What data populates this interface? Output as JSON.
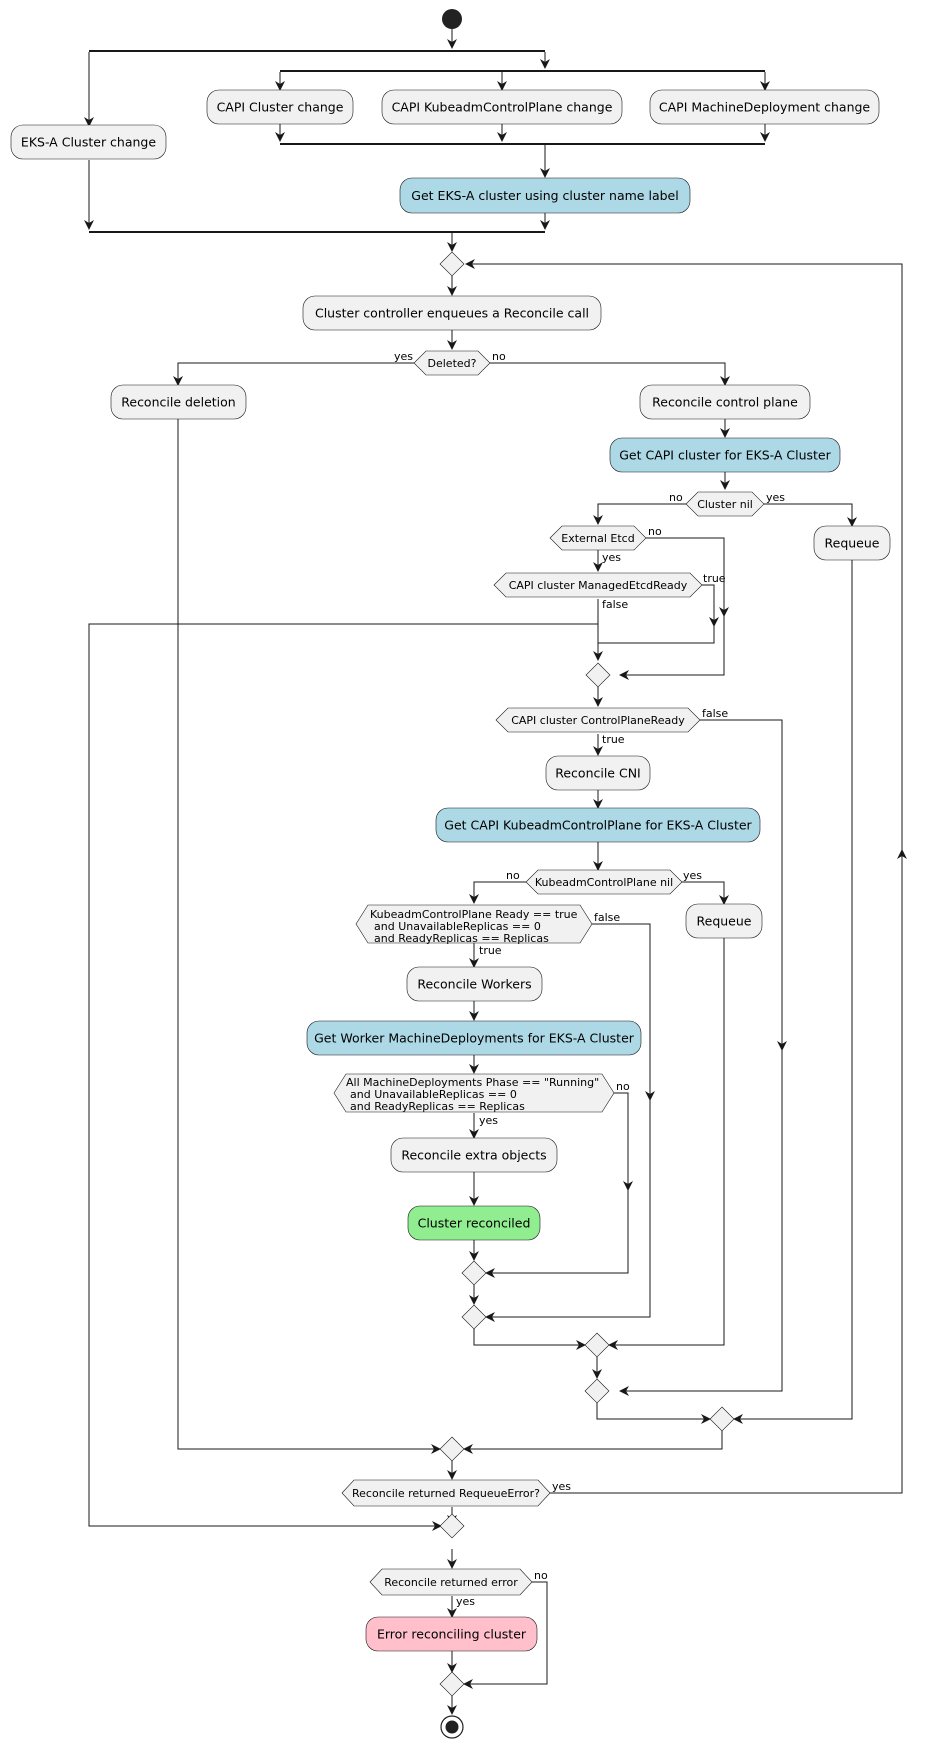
{
  "activities": {
    "eksa_change": "EKS-A Cluster change",
    "capi_cluster_change": "CAPI Cluster change",
    "capi_kcp_change": "CAPI KubeadmControlPlane change",
    "capi_md_change": "CAPI MachineDeployment change",
    "get_eksa_by_label": "Get EKS-A cluster using cluster name label",
    "enqueue": "Cluster controller enqueues a Reconcile call",
    "reconcile_deletion": "Reconcile deletion",
    "reconcile_cp": "Reconcile control plane",
    "get_capi_cluster": "Get CAPI cluster for EKS-A Cluster",
    "requeue_1": "Requeue",
    "reconcile_cni": "Reconcile CNI",
    "get_kcp": "Get CAPI KubeadmControlPlane for EKS-A Cluster",
    "requeue_2": "Requeue",
    "reconcile_workers": "Reconcile Workers",
    "get_mds": "Get Worker MachineDeployments for EKS-A Cluster",
    "reconcile_extra": "Reconcile extra objects",
    "cluster_reconciled": "Cluster reconciled",
    "error_reconciling": "Error reconciling cluster"
  },
  "decisions": {
    "deleted": "Deleted?",
    "cluster_nil": "Cluster nil",
    "external_etcd": "External Etcd",
    "managed_etcd_ready": "CAPI cluster ManagedEtcdReady",
    "cp_ready": "CAPI cluster ControlPlaneReady",
    "kcp_nil": "KubeadmControlPlane nil",
    "kcp_ready_l1": "KubeadmControlPlane Ready == true",
    "kcp_ready_l2": "and UnavailableReplicas == 0",
    "kcp_ready_l3": "and ReadyReplicas == Replicas",
    "md_ready_l1": "All MachineDeployments Phase == \"Running\"",
    "md_ready_l2": "and UnavailableReplicas == 0",
    "md_ready_l3": "and ReadyReplicas == Replicas",
    "requeue_error": "Reconcile returned RequeueError?",
    "returned_error": "Reconcile returned error"
  },
  "labels": {
    "yes": "yes",
    "no": "no",
    "true": "true",
    "false": "false"
  },
  "colors": {
    "activity": "#f1f1f1",
    "highlight": "#add8e6",
    "success": "#90ee90",
    "error": "#ffc0cb"
  }
}
